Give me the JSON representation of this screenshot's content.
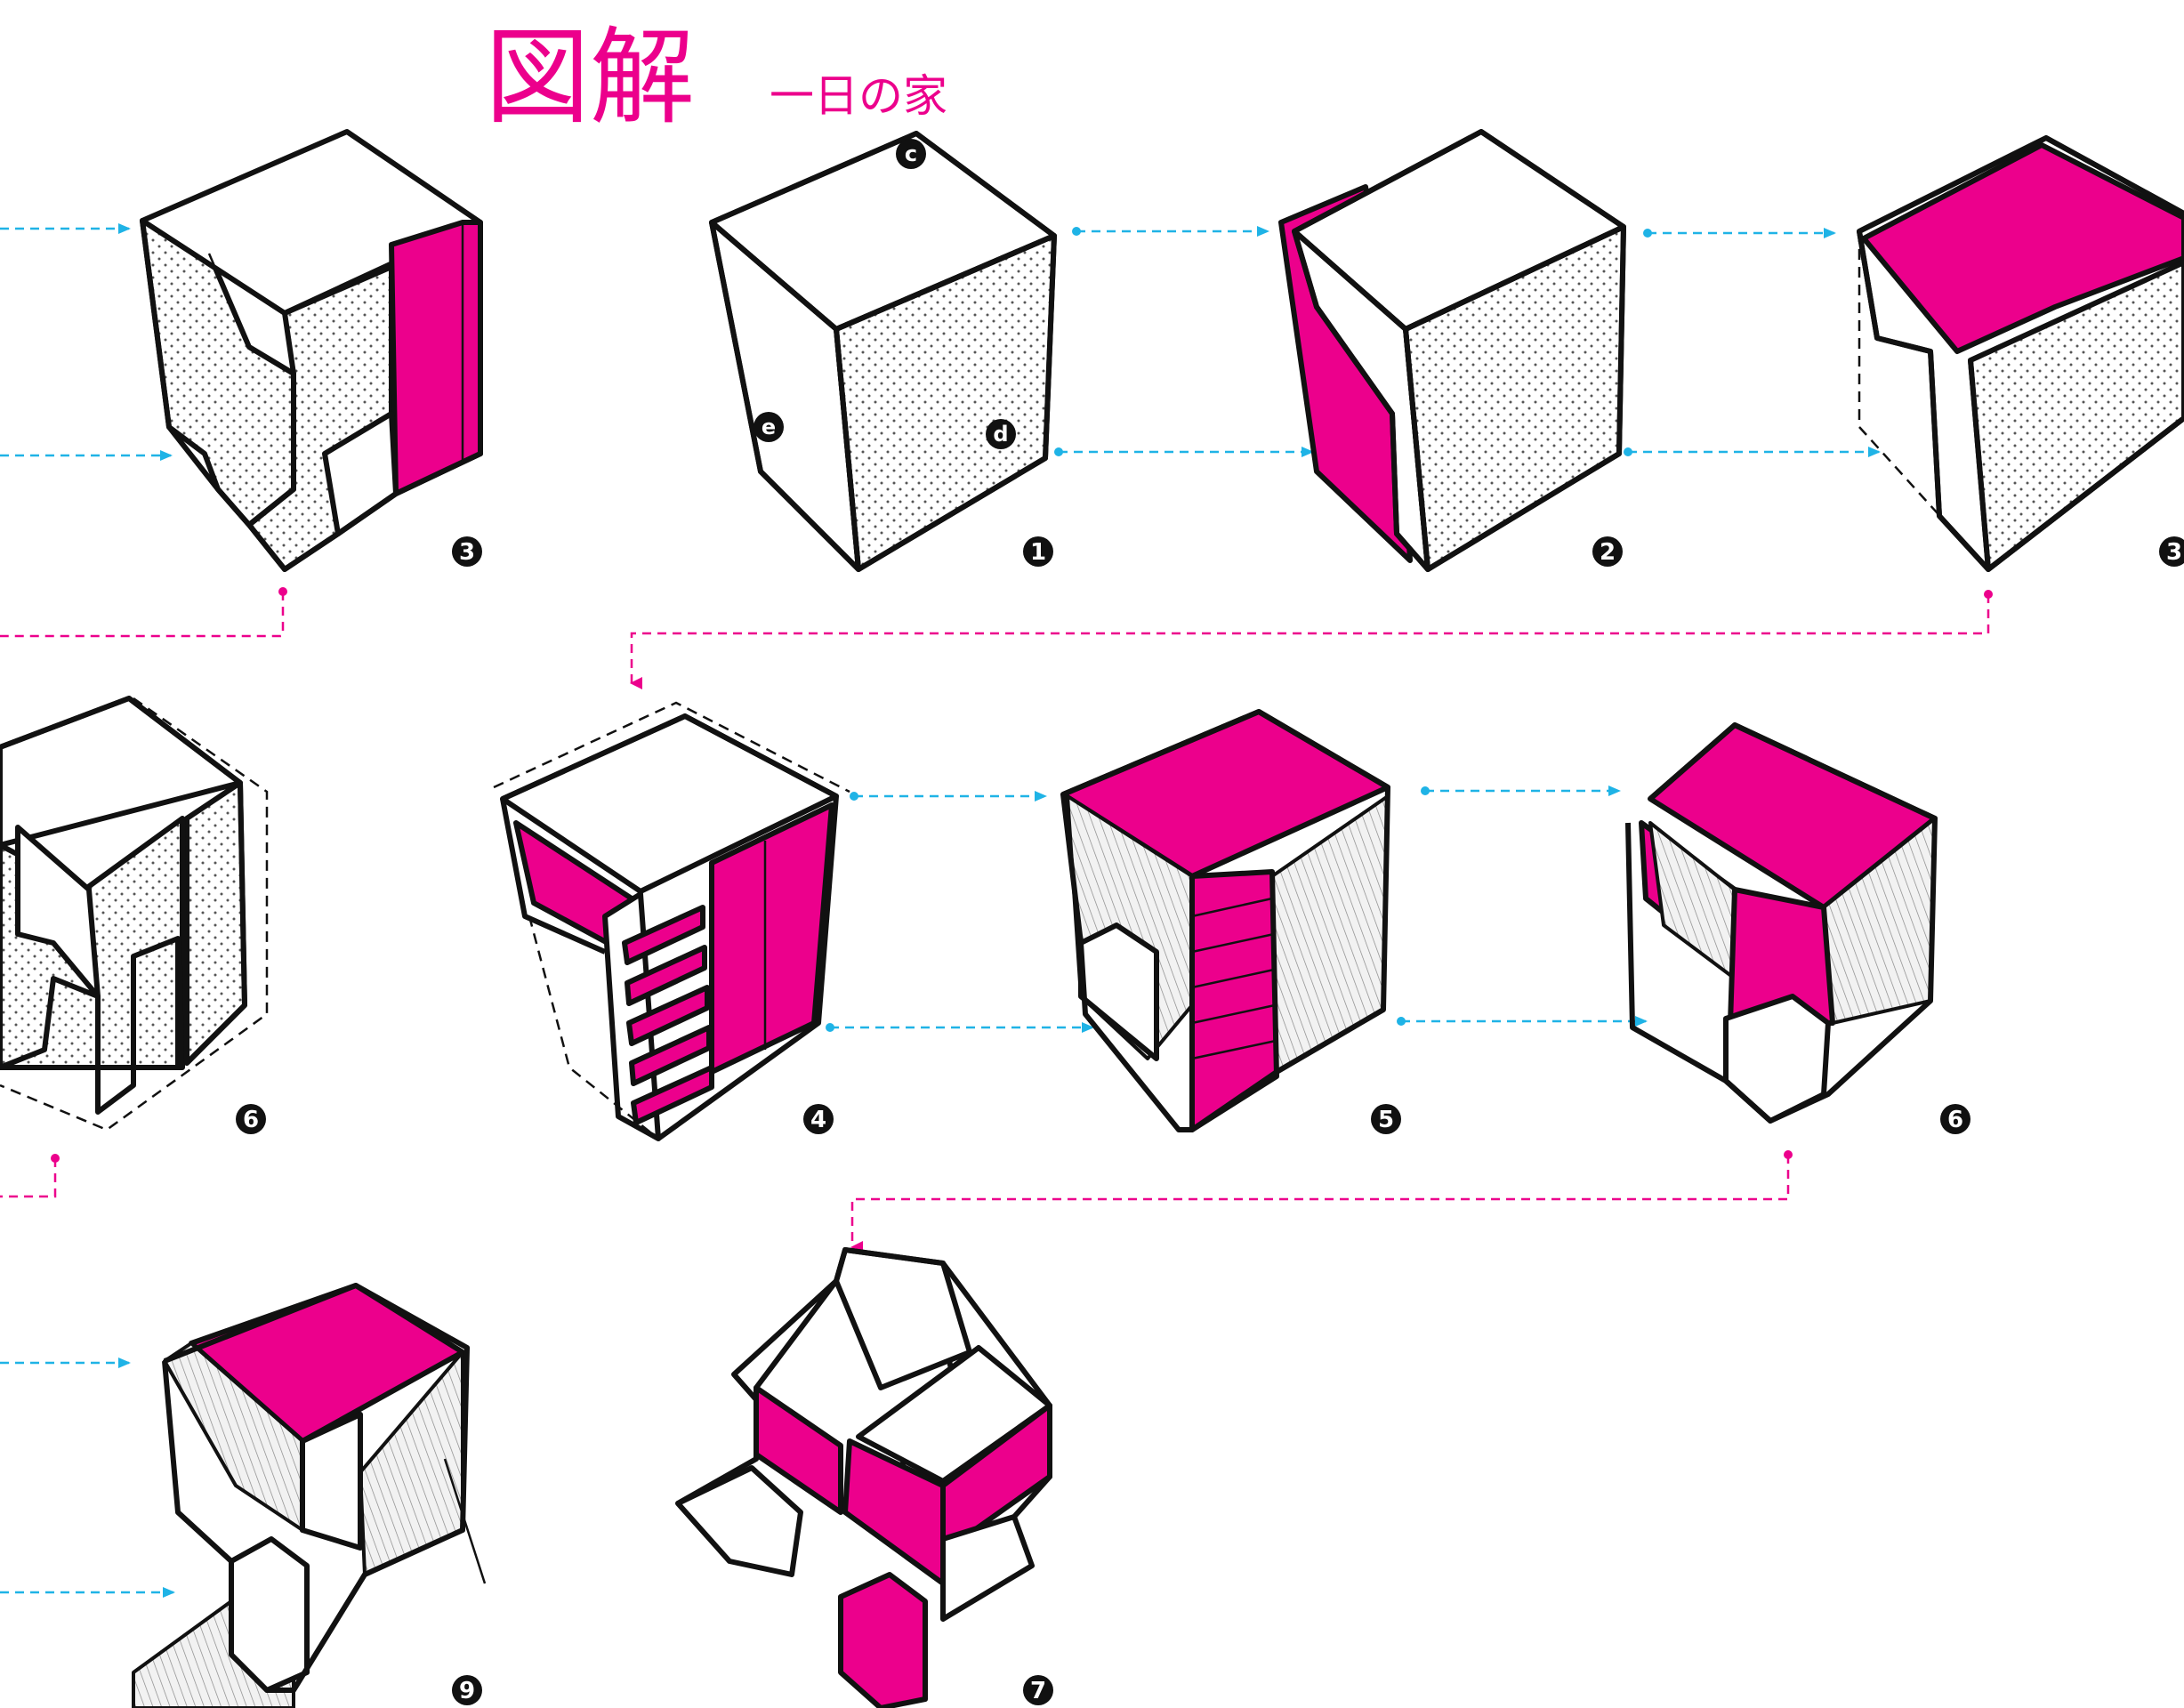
{
  "title": {
    "main": "図解",
    "sub": "一日の家"
  },
  "colors": {
    "accent": "#ec008c",
    "arrow_blue": "#1fb3e6",
    "ink": "#111111"
  },
  "labels": {
    "s3_left": "3",
    "s1": "1",
    "s2": "2",
    "s3_right": "3",
    "s6_left": "6",
    "s4": "4",
    "s5": "5",
    "s6": "6",
    "s9": "9",
    "s7": "7",
    "face_c": "c",
    "face_d": "d",
    "face_e": "e"
  }
}
